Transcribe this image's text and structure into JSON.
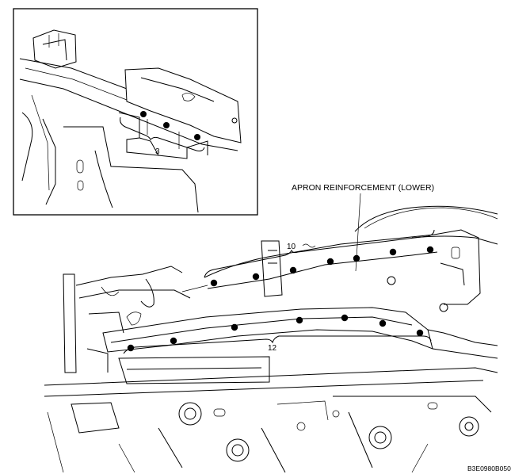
{
  "labels": {
    "apron_reinforcement": "APRON REINFORCEMENT (LOWER)",
    "weld_count_inset": "3",
    "weld_count_upper": "10",
    "weld_count_lower": "12",
    "figure_code": "B3E0980B050"
  },
  "colors": {
    "line": "#000000",
    "background": "#ffffff",
    "weld_point": "#000000"
  },
  "weld_points": {
    "inset": 3,
    "upper_row": 7,
    "lower_row": 7
  }
}
